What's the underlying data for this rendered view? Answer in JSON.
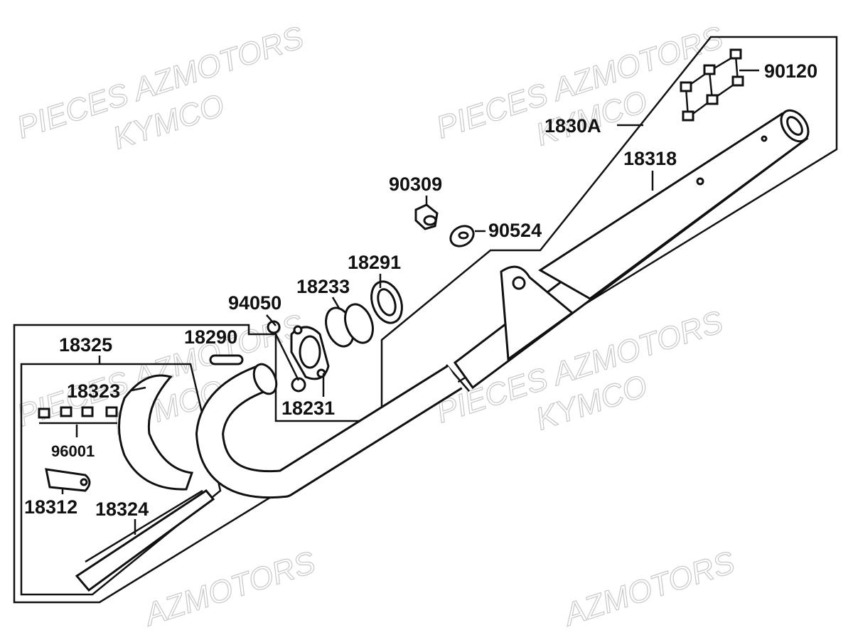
{
  "diagram": {
    "watermarks": [
      "PIECES AZMOTORS",
      "KYMCO",
      "AZMOTORS"
    ],
    "labels": {
      "p90120": "90120",
      "p1830A": "1830A",
      "p18318": "18318",
      "p90309": "90309",
      "p90524": "90524",
      "p18291": "18291",
      "p18233": "18233",
      "p94050": "94050",
      "p18290": "18290",
      "p18325": "18325",
      "p18323": "18323",
      "p96001": "96001",
      "p18312": "18312",
      "p18324": "18324",
      "p18231": "18231"
    }
  }
}
